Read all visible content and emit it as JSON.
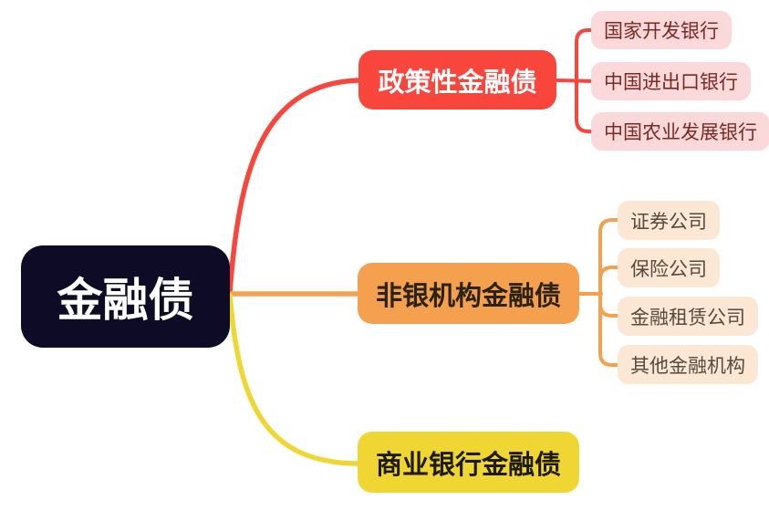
{
  "mindmap": {
    "root": {
      "label": "金融债"
    },
    "branches": [
      {
        "label": "政策性金融债",
        "color": "#f9463c",
        "child_bg": "#fbd9da",
        "child_text_color": "#7c2823",
        "children": [
          {
            "label": "国家开发银行"
          },
          {
            "label": "中国进出口银行"
          },
          {
            "label": "中国农业发展银行"
          }
        ]
      },
      {
        "label": "非银机构金融债",
        "color": "#f5a04e",
        "child_bg": "#fbe7d3",
        "child_text_color": "#564a3d",
        "children": [
          {
            "label": "证券公司"
          },
          {
            "label": "保险公司"
          },
          {
            "label": "金融租赁公司"
          },
          {
            "label": "其他金融机构"
          }
        ]
      },
      {
        "label": "商业银行金融债",
        "color": "#f0d633",
        "children": []
      }
    ],
    "colors": {
      "background": "#ffffff",
      "root_bg": "#0d0b26",
      "root_text": "#ffffff",
      "branch_1_text": "#ffffff",
      "branch_2_text": "#2b2416",
      "branch_3_text": "#1f1b0b"
    }
  }
}
